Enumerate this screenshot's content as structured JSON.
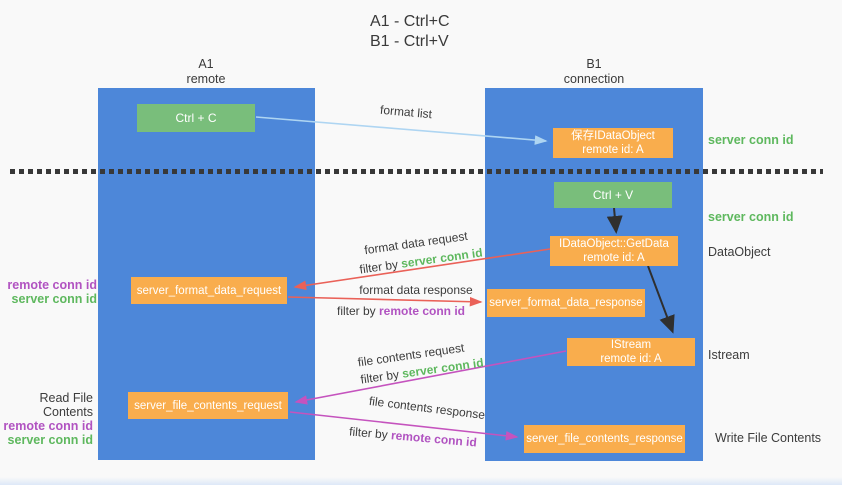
{
  "title": {
    "line1": "A1 - Ctrl+C",
    "line2": "B1 - Ctrl+V"
  },
  "lanes": {
    "left": {
      "name": "A1",
      "subtitle": "remote"
    },
    "right": {
      "name": "B1",
      "subtitle": "connection"
    }
  },
  "nodes": {
    "ctrl_c": "Ctrl + C",
    "ctrl_v": "Ctrl + V",
    "save_dataobject": "保存IDataObject\nremote id: A",
    "getdata": "IDataObject::GetData\nremote id: A",
    "istream": "IStream\nremote id: A",
    "server_format_data_request": "server_format_data_request",
    "server_format_data_response": "server_format_data_response",
    "server_file_contents_request": "server_file_contents_request",
    "server_file_contents_response": "server_file_contents_response"
  },
  "edge_labels": {
    "format_list": "format list",
    "format_data_request": "format data request",
    "format_data_response": "format data response",
    "file_contents_request": "file contents request",
    "file_contents_response": "file contents response",
    "filter_by": "filter by ",
    "server_conn_id": "server conn id",
    "remote_conn_id": "remote conn id"
  },
  "side_labels": {
    "server_conn_id_top": "server conn id",
    "server_conn_id_mid": "server conn id",
    "dataobject": "DataObject",
    "istream": "Istream",
    "write_file_contents": "Write File Contents",
    "read_file_contents": "Read File Contents",
    "remote_conn_id": "remote conn id",
    "server_conn_id": "server conn id"
  },
  "colors": {
    "lane_blue": "#4d87d9",
    "box_green": "#79be7b",
    "box_orange": "#f9ad4d",
    "green_text": "#5eb85e",
    "purple_text": "#b153c1",
    "red_arrow": "#ea6158",
    "magenta_arrow": "#c553be",
    "light_blue_arrow": "#aed5f2",
    "black_arrow": "#2f2f2f",
    "background": "#f9f9f9"
  }
}
